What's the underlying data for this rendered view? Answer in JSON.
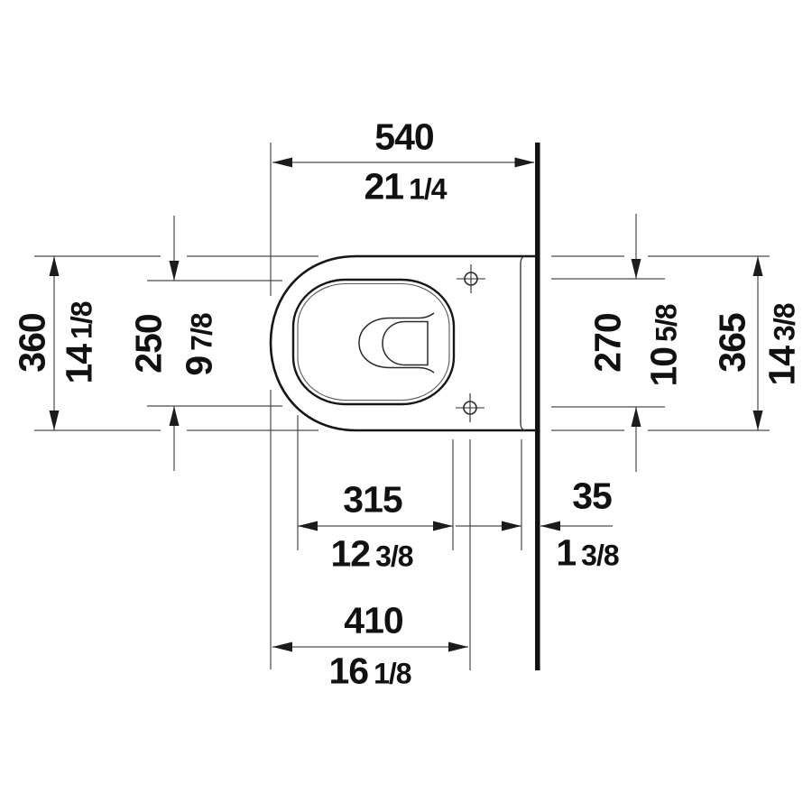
{
  "drawing": {
    "kind": "technical plan-view dimension drawing of a wall-hung toilet",
    "background_color": "#ffffff",
    "outline_color": "#1a1a1a",
    "dimension_line_color": "#4a4a4a",
    "wall_color": "#111111",
    "dims": {
      "top": {
        "mm": "540",
        "in_whole": "21",
        "in_frac": "1/4"
      },
      "left_outer": {
        "mm": "360",
        "in_whole": "14",
        "in_frac": "1/8"
      },
      "left_inner": {
        "mm": "250",
        "in_whole": "9",
        "in_frac": "7/8"
      },
      "right_inner": {
        "mm": "270",
        "in_whole": "10",
        "in_frac": "5/8"
      },
      "right_outer": {
        "mm": "365",
        "in_whole": "14",
        "in_frac": "3/8"
      },
      "bottom_bowl": {
        "mm": "315",
        "in_whole": "12",
        "in_frac": "3/8"
      },
      "bottom_wall_gap": {
        "mm": "35",
        "in_whole": "1",
        "in_frac": "3/8"
      },
      "bottom_holes": {
        "mm": "410",
        "in_whole": "16",
        "in_frac": "1/8"
      }
    }
  }
}
